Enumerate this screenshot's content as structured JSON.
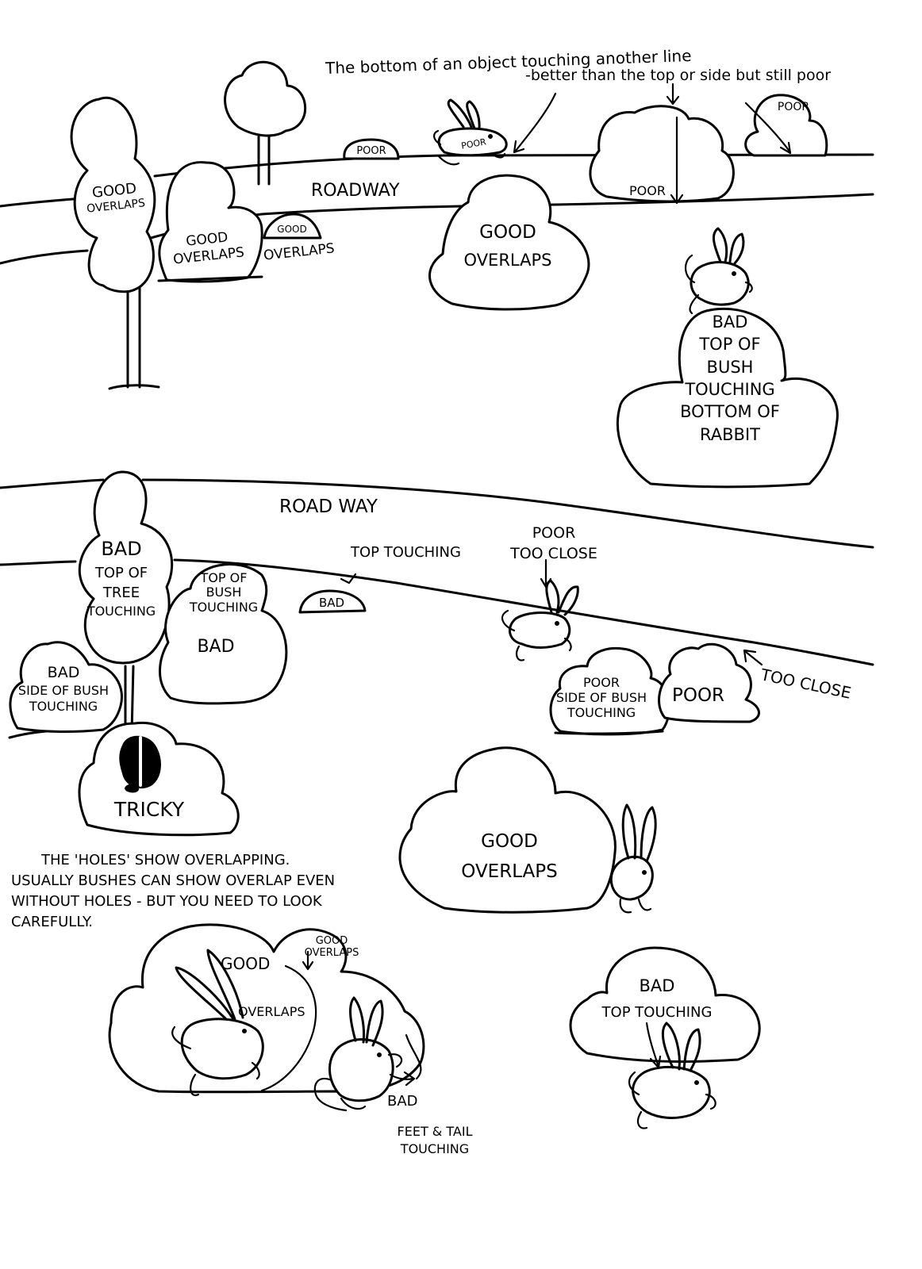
{
  "annotations": {
    "top_note_line1": "The bottom of an object touching another line",
    "top_note_line2": "-better than the top or side but still poor"
  },
  "upper_scene": {
    "roadway": "ROADWAY",
    "tall_tree": [
      "GOOD",
      "OVERLAPS"
    ],
    "bush_a": [
      "GOOD",
      "OVERLAPS"
    ],
    "rock_a": "GOOD",
    "rock_a_caption": "OVERLAPS",
    "rock_poor": "POOR",
    "rabbit_poor": "POOR",
    "bush_poor_center": "POOR",
    "bush_poor_right": "POOR",
    "bush_good_center": [
      "GOOD",
      "OVERLAPS"
    ],
    "bush_bad": [
      "BAD",
      "TOP OF",
      "BUSH",
      "TOUCHING",
      "BOTTOM OF",
      "RABBIT"
    ]
  },
  "lower_scene": {
    "roadway": "ROAD WAY",
    "tree_bad": [
      "BAD",
      "TOP OF",
      "TREE",
      "TOUCHING"
    ],
    "bush_top_touching": [
      "TOP OF",
      "BUSH",
      "TOUCHING"
    ],
    "bush_top_touching_verdict": "BAD",
    "rock_bad": "BAD",
    "top_touching": "TOP TOUCHING",
    "rabbit_close": [
      "POOR",
      "TOO CLOSE"
    ],
    "bush_side_bad": [
      "BAD",
      "SIDE OF BUSH",
      "TOUCHING"
    ],
    "tricky_bush": "TRICKY",
    "bush_side_poor": [
      "POOR",
      "SIDE OF BUSH",
      "TOUCHING"
    ],
    "bush_too_close": "POOR",
    "too_close_arrow": "TOO CLOSE",
    "holes_note": [
      "THE 'HOLES' SHOW OVERLAPPING.",
      "USUALLY BUSHES CAN SHOW OVERLAP EVEN",
      "WITHOUT HOLES - BUT YOU NEED TO LOOK",
      "CAREFULLY."
    ],
    "big_bush_good": [
      "GOOD",
      "OVERLAPS"
    ],
    "group_good_a": "GOOD",
    "group_good_b": "OVERLAPS",
    "group_small_note": [
      "GOOD",
      "OVERLAPS"
    ],
    "group_bad": "BAD",
    "feet_tail": [
      "FEET & TAIL",
      "TOUCHING"
    ],
    "bush_bottom_right": [
      "BAD",
      "TOP TOUCHING"
    ]
  }
}
